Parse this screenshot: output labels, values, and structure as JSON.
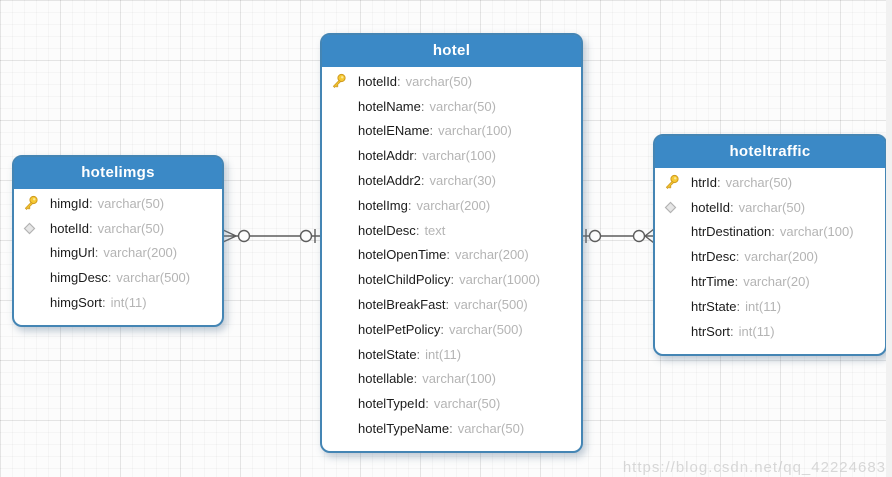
{
  "diagram": {
    "tables": [
      {
        "name": "hotelimgs",
        "fields": [
          {
            "icon": "primary-key",
            "name": "himgId",
            "type": "varchar(50)"
          },
          {
            "icon": "foreign-key",
            "name": "hotelId",
            "type": "varchar(50)"
          },
          {
            "icon": "none",
            "name": "himgUrl",
            "type": "varchar(200)"
          },
          {
            "icon": "none",
            "name": "himgDesc",
            "type": "varchar(500)"
          },
          {
            "icon": "none",
            "name": "himgSort",
            "type": "int(11)"
          }
        ]
      },
      {
        "name": "hotel",
        "fields": [
          {
            "icon": "primary-key",
            "name": "hotelId",
            "type": "varchar(50)"
          },
          {
            "icon": "none",
            "name": "hotelName",
            "type": "varchar(50)"
          },
          {
            "icon": "none",
            "name": "hotelEName",
            "type": "varchar(100)"
          },
          {
            "icon": "none",
            "name": "hotelAddr",
            "type": "varchar(100)"
          },
          {
            "icon": "none",
            "name": "hotelAddr2",
            "type": "varchar(30)"
          },
          {
            "icon": "none",
            "name": "hotelImg",
            "type": "varchar(200)"
          },
          {
            "icon": "none",
            "name": "hotelDesc",
            "type": "text"
          },
          {
            "icon": "none",
            "name": "hotelOpenTime",
            "type": "varchar(200)"
          },
          {
            "icon": "none",
            "name": "hotelChildPolicy",
            "type": "varchar(1000)"
          },
          {
            "icon": "none",
            "name": "hotelBreakFast",
            "type": "varchar(500)"
          },
          {
            "icon": "none",
            "name": "hotelPetPolicy",
            "type": "varchar(500)"
          },
          {
            "icon": "none",
            "name": "hotelState",
            "type": "int(11)"
          },
          {
            "icon": "none",
            "name": "hotellable",
            "type": "varchar(100)"
          },
          {
            "icon": "none",
            "name": "hotelTypeId",
            "type": "varchar(50)"
          },
          {
            "icon": "none",
            "name": "hotelTypeName",
            "type": "varchar(50)"
          }
        ]
      },
      {
        "name": "hoteltraffic",
        "fields": [
          {
            "icon": "primary-key",
            "name": "htrId",
            "type": "varchar(50)"
          },
          {
            "icon": "foreign-key",
            "name": "hotelId",
            "type": "varchar(50)"
          },
          {
            "icon": "none",
            "name": "htrDestination",
            "type": "varchar(100)"
          },
          {
            "icon": "none",
            "name": "htrDesc",
            "type": "varchar(200)"
          },
          {
            "icon": "none",
            "name": "htrTime",
            "type": "varchar(20)"
          },
          {
            "icon": "none",
            "name": "htrState",
            "type": "int(11)"
          },
          {
            "icon": "none",
            "name": "htrSort",
            "type": "int(11)"
          }
        ]
      }
    ],
    "relationships": [
      {
        "from": "hotel",
        "to": "hotelimgs",
        "notation": "one-optional to zero-or-many"
      },
      {
        "from": "hotel",
        "to": "hoteltraffic",
        "notation": "one-optional to zero-or-many"
      }
    ],
    "watermark": "https://blog.csdn.net/qq_42224683",
    "icons": {
      "primary-key": "key-icon",
      "foreign-key": "diamond-icon"
    },
    "colors": {
      "table_header_bg": "#3b89c6",
      "table_border": "#4485b4",
      "table_header_text": "#ffffff",
      "field_name_text": "#1b1b1b",
      "field_type_text": "#b4b4b4",
      "connector_stroke": "#5d5d5d",
      "key_icon_fill": "#f5c832",
      "fk_icon_fill": "#e6e6e6",
      "watermark_text": "#c3c3c3"
    }
  }
}
